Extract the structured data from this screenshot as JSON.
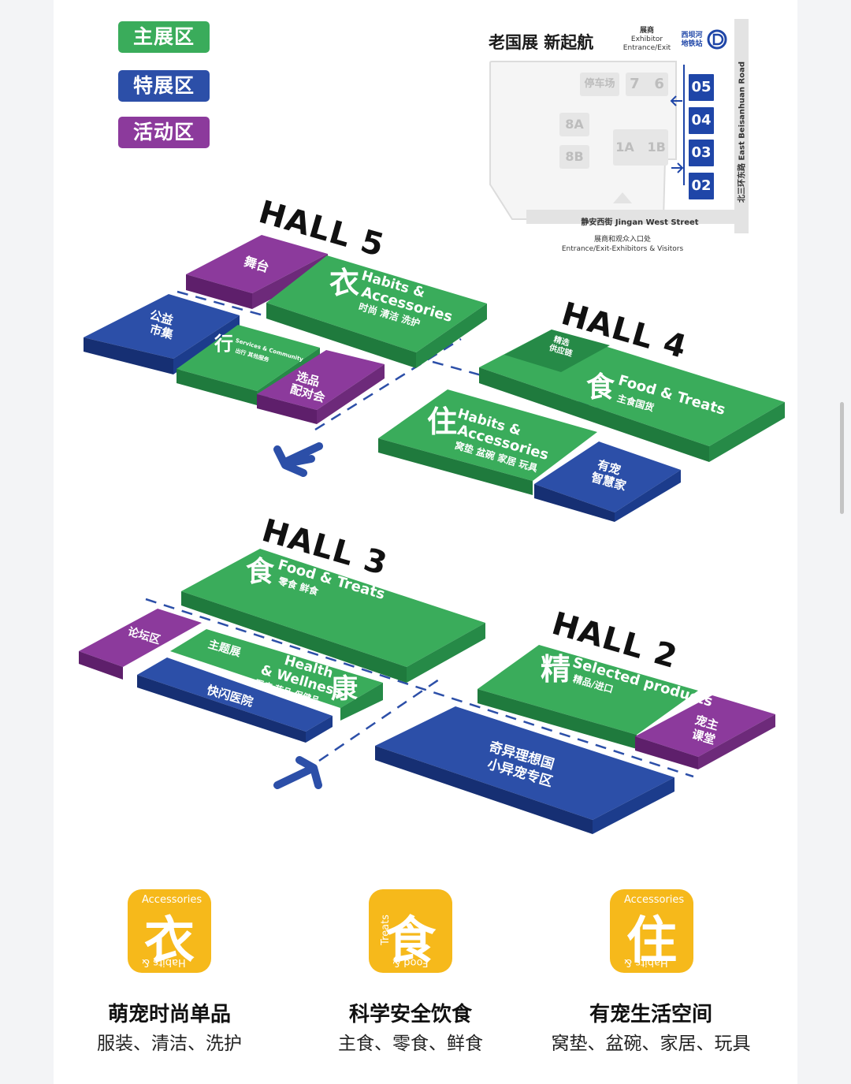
{
  "legend": [
    {
      "label": "主展区",
      "color": "#3aac5b"
    },
    {
      "label": "特展区",
      "color": "#2c4fa8"
    },
    {
      "label": "活动区",
      "color": "#8c3a9c"
    }
  ],
  "inset": {
    "title": "老国展 新起航",
    "exhibitor_cn": "展商",
    "exhibitor_en": "Exhibitor",
    "exhibitor_exit": "Entrance/Exit",
    "subway_line1": "西坝河",
    "subway_line2": "地铁站",
    "road_east": "北三环东路 East Beisanhuan Road",
    "street": "静安西街 Jingan West Street",
    "entrance_cn": "展商和观众入口处",
    "entrance_en": "Entrance/Exit-Exhibitors & Visitors",
    "blocks": {
      "parking": "停车场",
      "h7": "7",
      "h6": "6",
      "h8a": "8A",
      "h8b": "8B",
      "h1a": "1A",
      "h1b": "1B"
    },
    "gates": [
      "05",
      "04",
      "03",
      "02"
    ]
  },
  "halls": {
    "hall5": {
      "title": "HALL 5",
      "stage": "舞台",
      "charity_1": "公益",
      "charity_2": "市集",
      "main_char": "衣",
      "main_en_1": "Habits &",
      "main_en_2": "Accessories",
      "main_cn": "时尚 清洁 洗护",
      "travel_char": "行",
      "travel_en": "Services & Community",
      "travel_cn": "出行 其他服务",
      "match_1": "选品",
      "match_2": "配对会"
    },
    "hall4": {
      "title": "HALL 4",
      "supply_1": "精选",
      "supply_2": "供应链",
      "food_char": "食",
      "food_en": "Food & Treats",
      "food_cn": "主食国货",
      "home_char": "住",
      "home_en_1": "Habits &",
      "home_en_2": "Accessories",
      "home_cn": "窝垫 盆碗 家居 玩具",
      "smart_1": "有宠",
      "smart_2": "智慧家"
    },
    "hall3": {
      "title": "HALL 3",
      "food_char": "食",
      "food_en": "Food & Treats",
      "food_cn": "零食 鲜食",
      "forum": "论坛区",
      "theme": "主题展",
      "health_en_1": "Health",
      "health_en_2": "& Wellness",
      "health_cn": "医疗 药品 保健品",
      "health_char": "康",
      "clinic": "快闪医院"
    },
    "hall2": {
      "title": "HALL 2",
      "sel_char": "精",
      "sel_en": "Selected products",
      "sel_cn": "精品/进口",
      "class_1": "宠主",
      "class_2": "课堂",
      "exotic_1": "奇异理想国",
      "exotic_2": "小异宠专区"
    }
  },
  "categories": [
    {
      "char": "衣",
      "arc_top": "Accessories",
      "arc_bottom": "Habits &",
      "title": "萌宠时尚单品",
      "subtitle": "服装、清洁、洗护"
    },
    {
      "char": "食",
      "arc_top": "Treats",
      "arc_bottom": "Food &",
      "title": "科学安全饮食",
      "subtitle": "主食、零食、鲜食"
    },
    {
      "char": "住",
      "arc_top": "Accessories",
      "arc_bottom": "Habits &",
      "title": "有宠生活空间",
      "subtitle": "窝垫、盆碗、家居、玩具"
    }
  ],
  "colors": {
    "main": "#3aac5b",
    "special": "#2c4fa8",
    "event": "#8c3a9c",
    "icon_bg": "#f6b91b"
  }
}
